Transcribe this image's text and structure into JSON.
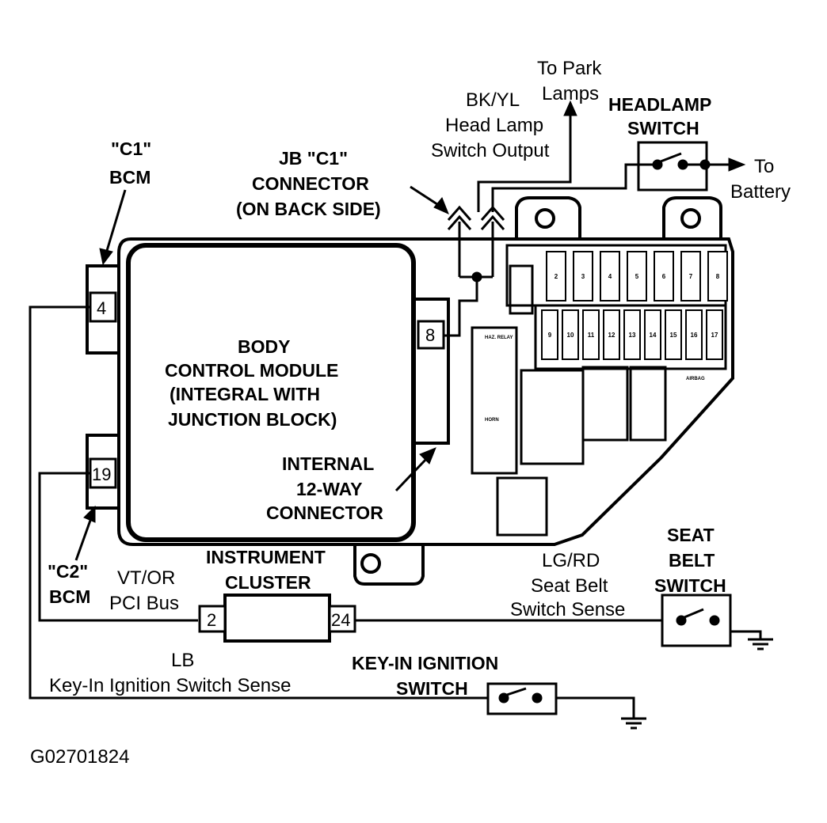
{
  "labels": {
    "to_park_lamps_1": "To Park",
    "to_park_lamps_2": "Lamps",
    "bkyl_wire_1": "BK/YL",
    "bkyl_wire_2": "Head Lamp",
    "bkyl_wire_3": "Switch Output",
    "headlamp_switch_1": "HEADLAMP",
    "headlamp_switch_2": "SWITCH",
    "to_battery_1": "To",
    "to_battery_2": "Battery",
    "c1_bcm_1": "\"C1\"",
    "c1_bcm_2": "BCM",
    "jb_c1_1": "JB \"C1\"",
    "jb_c1_2": "CONNECTOR",
    "jb_c1_3": "(ON BACK SIDE)",
    "bcm_1": "BODY",
    "bcm_2": "CONTROL MODULE",
    "bcm_3": "(INTEGRAL WITH",
    "bcm_4": "JUNCTION BLOCK)",
    "internal_1": "INTERNAL",
    "internal_2": "12-WAY",
    "internal_3": "CONNECTOR",
    "c2_bcm_1": "\"C2\"",
    "c2_bcm_2": "BCM",
    "vtor_1": "VT/OR",
    "vtor_2": "PCI Bus",
    "cluster_1": "INSTRUMENT",
    "cluster_2": "CLUSTER",
    "lgrd_1": "LG/RD",
    "lgrd_2": "Seat Belt",
    "lgrd_3": "Switch Sense",
    "seatbelt_1": "SEAT",
    "seatbelt_2": "BELT",
    "seatbelt_3": "SWITCH",
    "lb_1": "LB",
    "lb_2": "Key-In Ignition Switch Sense",
    "keyin_1": "KEY-IN IGNITION",
    "keyin_2": "SWITCH",
    "figure_id": "G02701824"
  },
  "pins": {
    "c1_pin": "4",
    "c2_pin": "19",
    "internal_pin": "8",
    "cluster_left_pin": "2",
    "cluster_right_pin": "24"
  },
  "fuse_numbers": {
    "row1": [
      "2",
      "3",
      "4",
      "5",
      "6",
      "7",
      "8"
    ],
    "row2": [
      "9",
      "10",
      "11",
      "12",
      "13",
      "14",
      "15",
      "16",
      "17"
    ]
  },
  "module_tags": {
    "hazard": "HAZ. RELAY",
    "horn": "HORN",
    "airbag": "AIRBAG"
  },
  "colors": {
    "ink": "#000000",
    "paper": "#ffffff"
  }
}
